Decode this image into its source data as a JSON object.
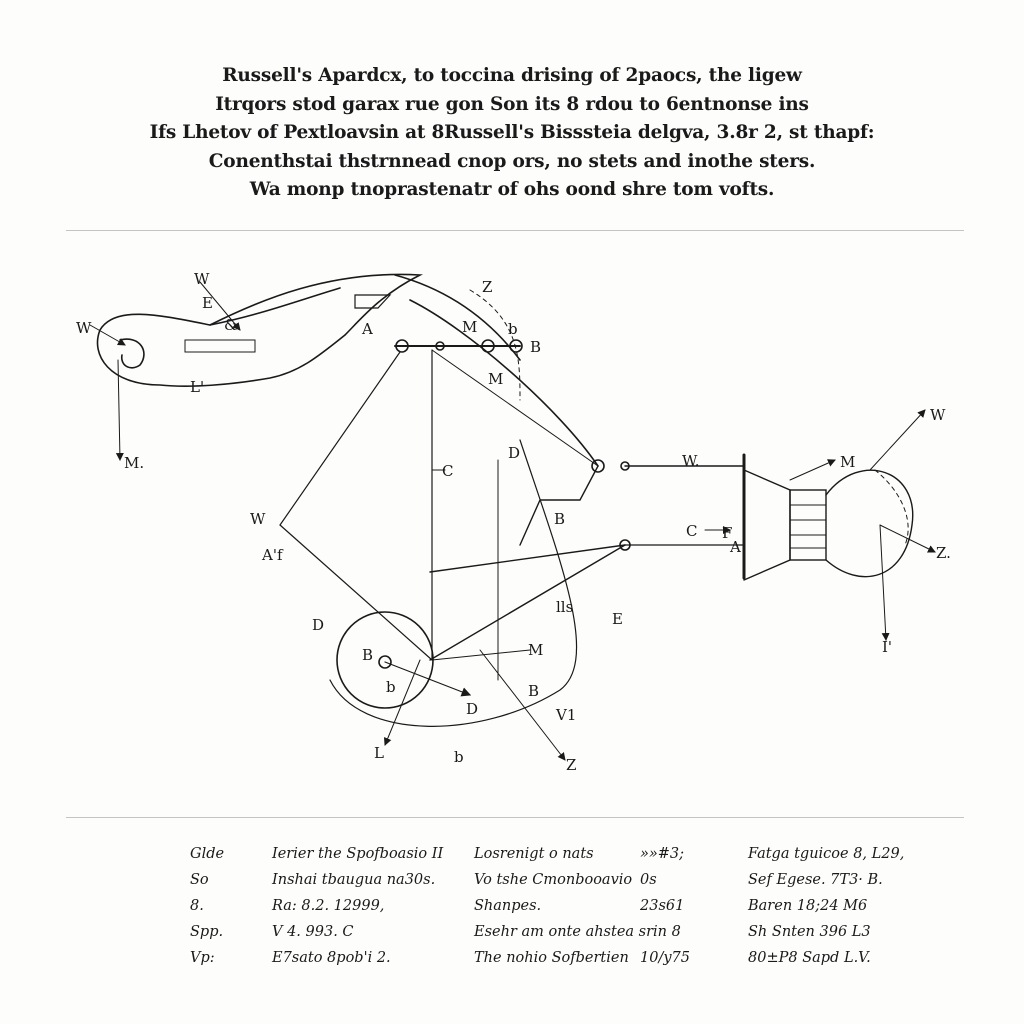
{
  "caption": {
    "lines": [
      "Russell's Apardcx, to toccina drising of 2paocs, the ligew",
      "Itrqors stod garax rue gon Son its 8 rdou to 6entnonse ins",
      "Ifs Lhetov of Pextloavsin at 8Russell's Bisssteia delgva, 3.8r 2, st thapf:",
      "Conenthstai thstrnnead cnop ors, no stets and inothe sters.",
      "Wa monp tnoprastenatr of ohs oond shre tom vofts."
    ]
  },
  "diagram": {
    "labels": [
      "W",
      "E",
      "W",
      "L'",
      "M.",
      "Z",
      "A",
      "M",
      "b",
      "B",
      "M",
      "C",
      "D",
      "W.",
      "W",
      "M",
      "B",
      "C",
      "F",
      "A'f",
      "W",
      "Z.",
      "D",
      "B",
      "b",
      "M",
      "B",
      "D",
      "V1",
      "L",
      "b",
      "Z",
      "E",
      "lls",
      "I'",
      "A",
      "&"
    ]
  },
  "table": {
    "rows": [
      [
        "Glde",
        "Ierier the Spofboasio II",
        "Losrenigt o nats",
        "»»#3;",
        "Fatga tguicoe 8, L29,"
      ],
      [
        "So",
        "Inshai tbaugua na30s.",
        "Vo tshe Cmonbooavio",
        "0s",
        "Sef Egese.  7T3·  B."
      ],
      [
        "8.",
        "Ra:      8.2.  12999,",
        "Shanpes.",
        "23s61",
        "Baren 18;24        M6"
      ],
      [
        "Spp.",
        "V 4.   993.  C",
        "Esehr am onte ahstea srin 8",
        "",
        "Sh Snten 396        L3"
      ],
      [
        "Vp:",
        "E7sato 8pob'i  2.",
        "The nohio Sofbertien",
        "10/y75",
        "80±P8 Sapd         L.V."
      ]
    ]
  }
}
